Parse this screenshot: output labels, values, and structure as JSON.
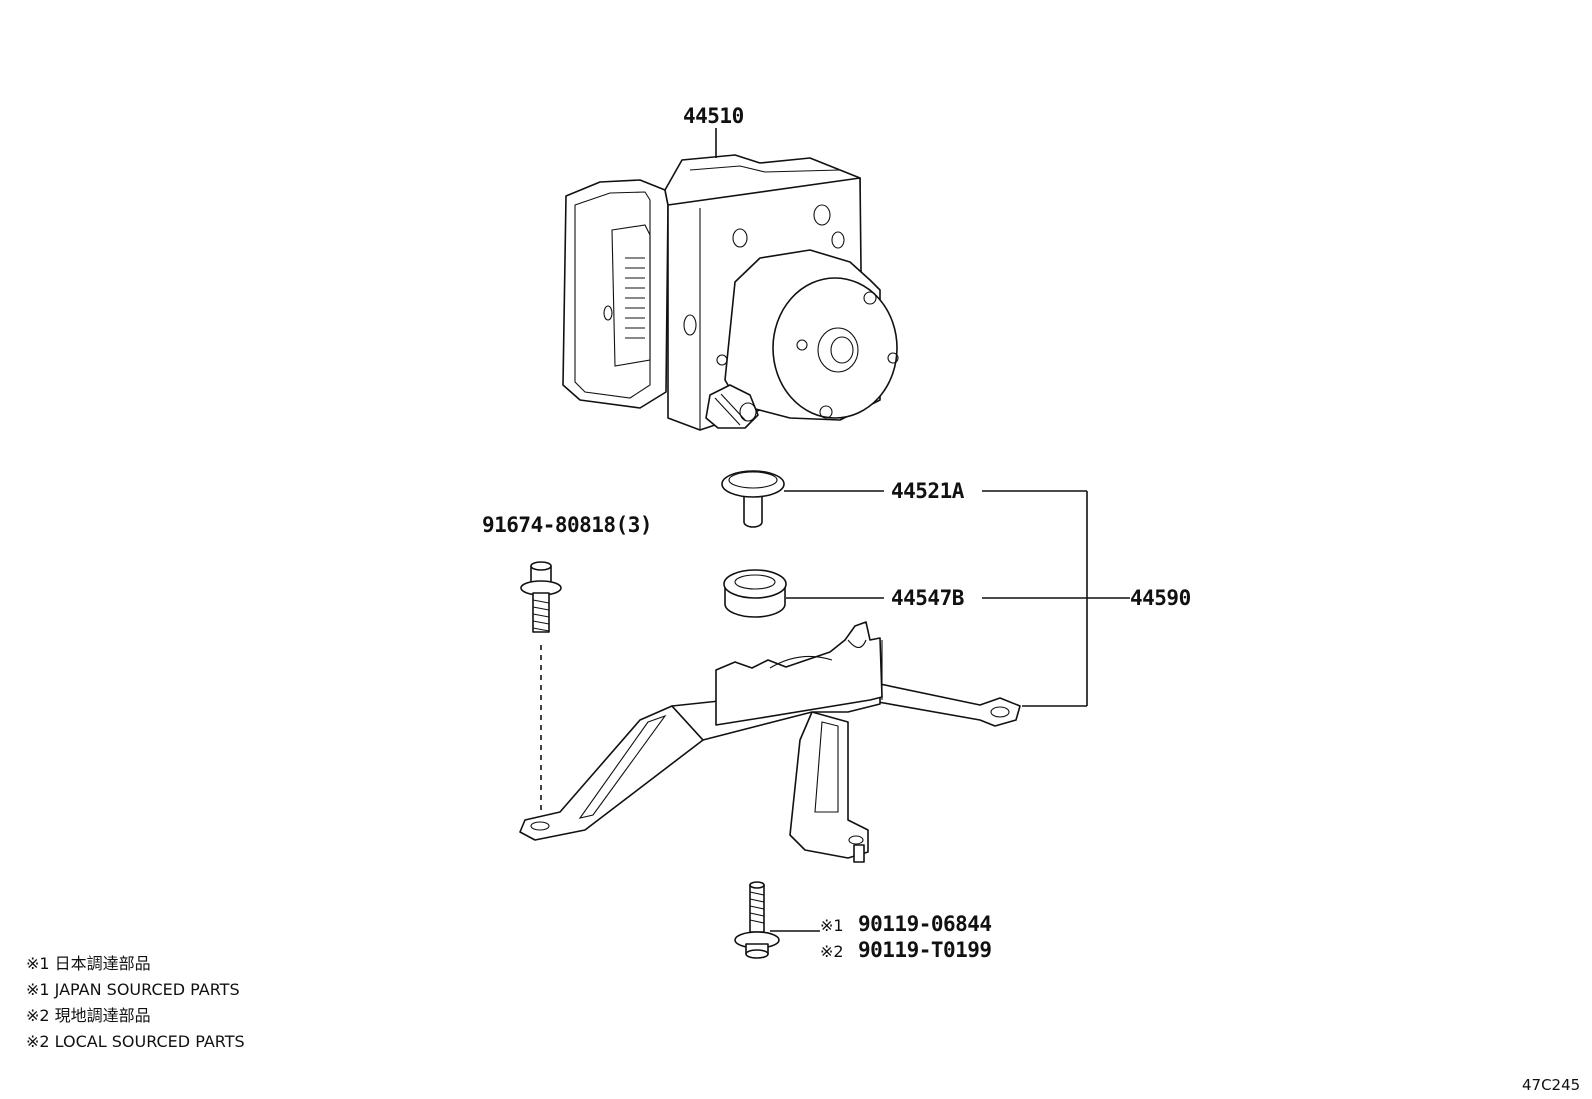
{
  "callouts": {
    "actuator": "44510",
    "bolt_top": "91674-80818(3)",
    "grommet": "44521A",
    "cushion": "44547B",
    "bracket_assy": "44590",
    "bolt_bottom_1": "90119-06844",
    "bolt_bottom_2": "90119-T0199"
  },
  "marks": {
    "m1": "※1",
    "m2": "※2"
  },
  "notes": [
    "※1 日本調達部品",
    "※1 JAPAN SOURCED PARTS",
    "※2 現地調達部品",
    "※2 LOCAL SOURCED PARTS"
  ],
  "figure_code": "47C245",
  "icons": {
    "actuator": "abs-actuator-illustration",
    "bracket": "bracket-illustration",
    "bolt": "flange-bolt-illustration",
    "grommet": "grommet-illustration",
    "cushion": "cushion-illustration"
  }
}
